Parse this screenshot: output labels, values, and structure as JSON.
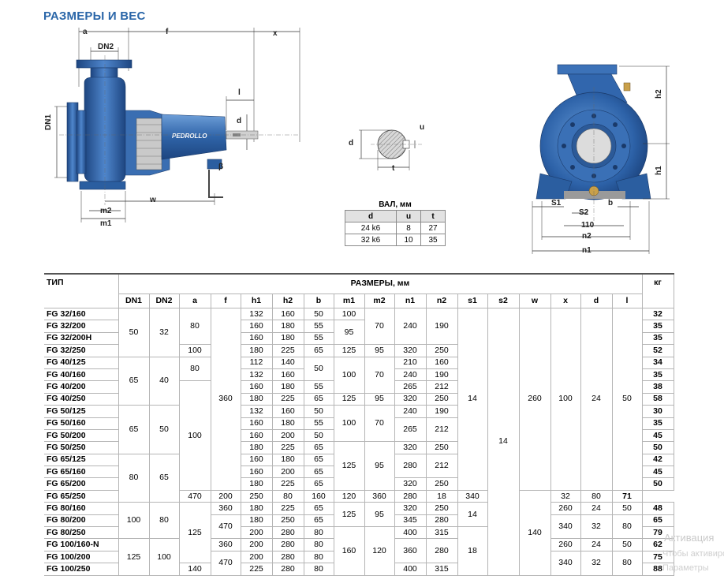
{
  "title": "РАЗМЕРЫ И ВЕС",
  "drawing_labels": {
    "a": "a",
    "f": "f",
    "x": "x",
    "dn2": "DN2",
    "dn1": "DN1",
    "l": "l",
    "d": "d",
    "m2": "m2",
    "m1": "m1",
    "w": "w",
    "beta": "β",
    "brand": "PEDROLLO",
    "h2": "h2",
    "h1": "h1",
    "s1": "S1",
    "s2": "S2",
    "b": "b",
    "dim110": "110",
    "n2": "n2",
    "n1": "n1",
    "u": "u",
    "t": "t",
    "shaft_d": "d"
  },
  "shaft_table": {
    "caption": "ВАЛ, мм",
    "headers": [
      "d",
      "u",
      "t"
    ],
    "rows": [
      [
        "24 k6",
        "8",
        "27"
      ],
      [
        "32 k6",
        "10",
        "35"
      ]
    ]
  },
  "main_table": {
    "type_header": "ТИП",
    "dims_header": "РАЗМЕРЫ, мм",
    "kg_header": "кг",
    "columns": [
      "DN1",
      "DN2",
      "a",
      "f",
      "h1",
      "h2",
      "b",
      "m1",
      "m2",
      "n1",
      "n2",
      "s1",
      "s2",
      "w",
      "x",
      "d",
      "l"
    ],
    "rows": [
      {
        "tip": "FG 32/160",
        "h1": "132",
        "h2": "160",
        "b": "50",
        "kg": "32"
      },
      {
        "tip": "FG 32/200",
        "h1": "160",
        "h2": "180",
        "b": "55",
        "kg": "35"
      },
      {
        "tip": "FG 32/200H",
        "h1": "160",
        "h2": "180",
        "b": "55",
        "kg": "35"
      },
      {
        "tip": "FG 32/250",
        "h1": "180",
        "h2": "225",
        "b": "65",
        "kg": "52"
      },
      {
        "tip": "FG 40/125",
        "h1": "112",
        "h2": "140",
        "b": "",
        "kg": "34"
      },
      {
        "tip": "FG 40/160",
        "h1": "132",
        "h2": "160",
        "b": "",
        "kg": "35"
      },
      {
        "tip": "FG 40/200",
        "h1": "160",
        "h2": "180",
        "b": "55",
        "kg": "38"
      },
      {
        "tip": "FG 40/250",
        "h1": "180",
        "h2": "225",
        "b": "65",
        "kg": "58"
      },
      {
        "tip": "FG 50/125",
        "h1": "132",
        "h2": "160",
        "b": "50",
        "kg": "30"
      },
      {
        "tip": "FG 50/160",
        "h1": "160",
        "h2": "180",
        "b": "55",
        "kg": "35"
      },
      {
        "tip": "FG 50/200",
        "h1": "160",
        "h2": "200",
        "b": "50",
        "kg": "45"
      },
      {
        "tip": "FG 50/250",
        "h1": "180",
        "h2": "225",
        "b": "65",
        "kg": "50"
      },
      {
        "tip": "FG 65/125",
        "h1": "160",
        "h2": "180",
        "b": "65",
        "kg": "42"
      },
      {
        "tip": "FG 65/160",
        "h1": "160",
        "h2": "200",
        "b": "65",
        "kg": "45"
      },
      {
        "tip": "FG 65/200",
        "h1": "180",
        "h2": "225",
        "b": "65",
        "kg": "50"
      },
      {
        "tip": "FG 65/250",
        "h1": "200",
        "h2": "250",
        "b": "80",
        "kg": "71"
      },
      {
        "tip": "FG 80/160",
        "h1": "180",
        "h2": "225",
        "b": "65",
        "kg": "48"
      },
      {
        "tip": "FG 80/200",
        "h1": "180",
        "h2": "250",
        "b": "65",
        "kg": "65"
      },
      {
        "tip": "FG 80/250",
        "h1": "200",
        "h2": "280",
        "b": "80",
        "kg": "79"
      },
      {
        "tip": "FG 100/160-N",
        "h1": "200",
        "h2": "280",
        "b": "80",
        "kg": "62"
      },
      {
        "tip": "FG 100/200",
        "h1": "200",
        "h2": "280",
        "b": "80",
        "kg": "75"
      },
      {
        "tip": "FG 100/250",
        "h1": "225",
        "h2": "280",
        "b": "80",
        "kg": "88"
      }
    ],
    "merged": {
      "dn1": [
        "50",
        "65",
        "65",
        "80",
        "100",
        "125"
      ],
      "dn2": [
        "32",
        "40",
        "50",
        "65",
        "80",
        "100"
      ],
      "a": [
        "80",
        "100",
        "80",
        "100",
        "125",
        "140"
      ],
      "f": [
        "360",
        "470",
        "360",
        "470",
        "360",
        "470"
      ],
      "b_40": "50",
      "m1": [
        "100",
        "95",
        "125",
        "100",
        "125",
        "100",
        "125",
        "160",
        "125",
        "160"
      ],
      "m2": [
        "70",
        "95",
        "70",
        "95",
        "70",
        "95",
        "120",
        "95",
        "120"
      ],
      "n1": [
        "240",
        "320",
        "210",
        "240",
        "265",
        "320",
        "240",
        "265",
        "320",
        "280",
        "320",
        "360",
        "320",
        "345",
        "400",
        "360",
        "400"
      ],
      "n2": [
        "190",
        "250",
        "160",
        "190",
        "212",
        "250",
        "190",
        "212",
        "250",
        "212",
        "250",
        "280",
        "250",
        "280",
        "315",
        "280",
        "315"
      ],
      "s1": [
        "14",
        "18",
        "14",
        "18"
      ],
      "s2": "14",
      "w": [
        "260",
        "340",
        "260",
        "340",
        "260",
        "340"
      ],
      "x": [
        "100",
        "140"
      ],
      "d": [
        "24",
        "32",
        "24",
        "32",
        "24",
        "32"
      ],
      "l": [
        "50",
        "80",
        "50",
        "80",
        "50",
        "80"
      ]
    }
  },
  "watermark": {
    "line1": "Активация",
    "line2": "Чтобы активировать",
    "line3": "Параметры"
  }
}
